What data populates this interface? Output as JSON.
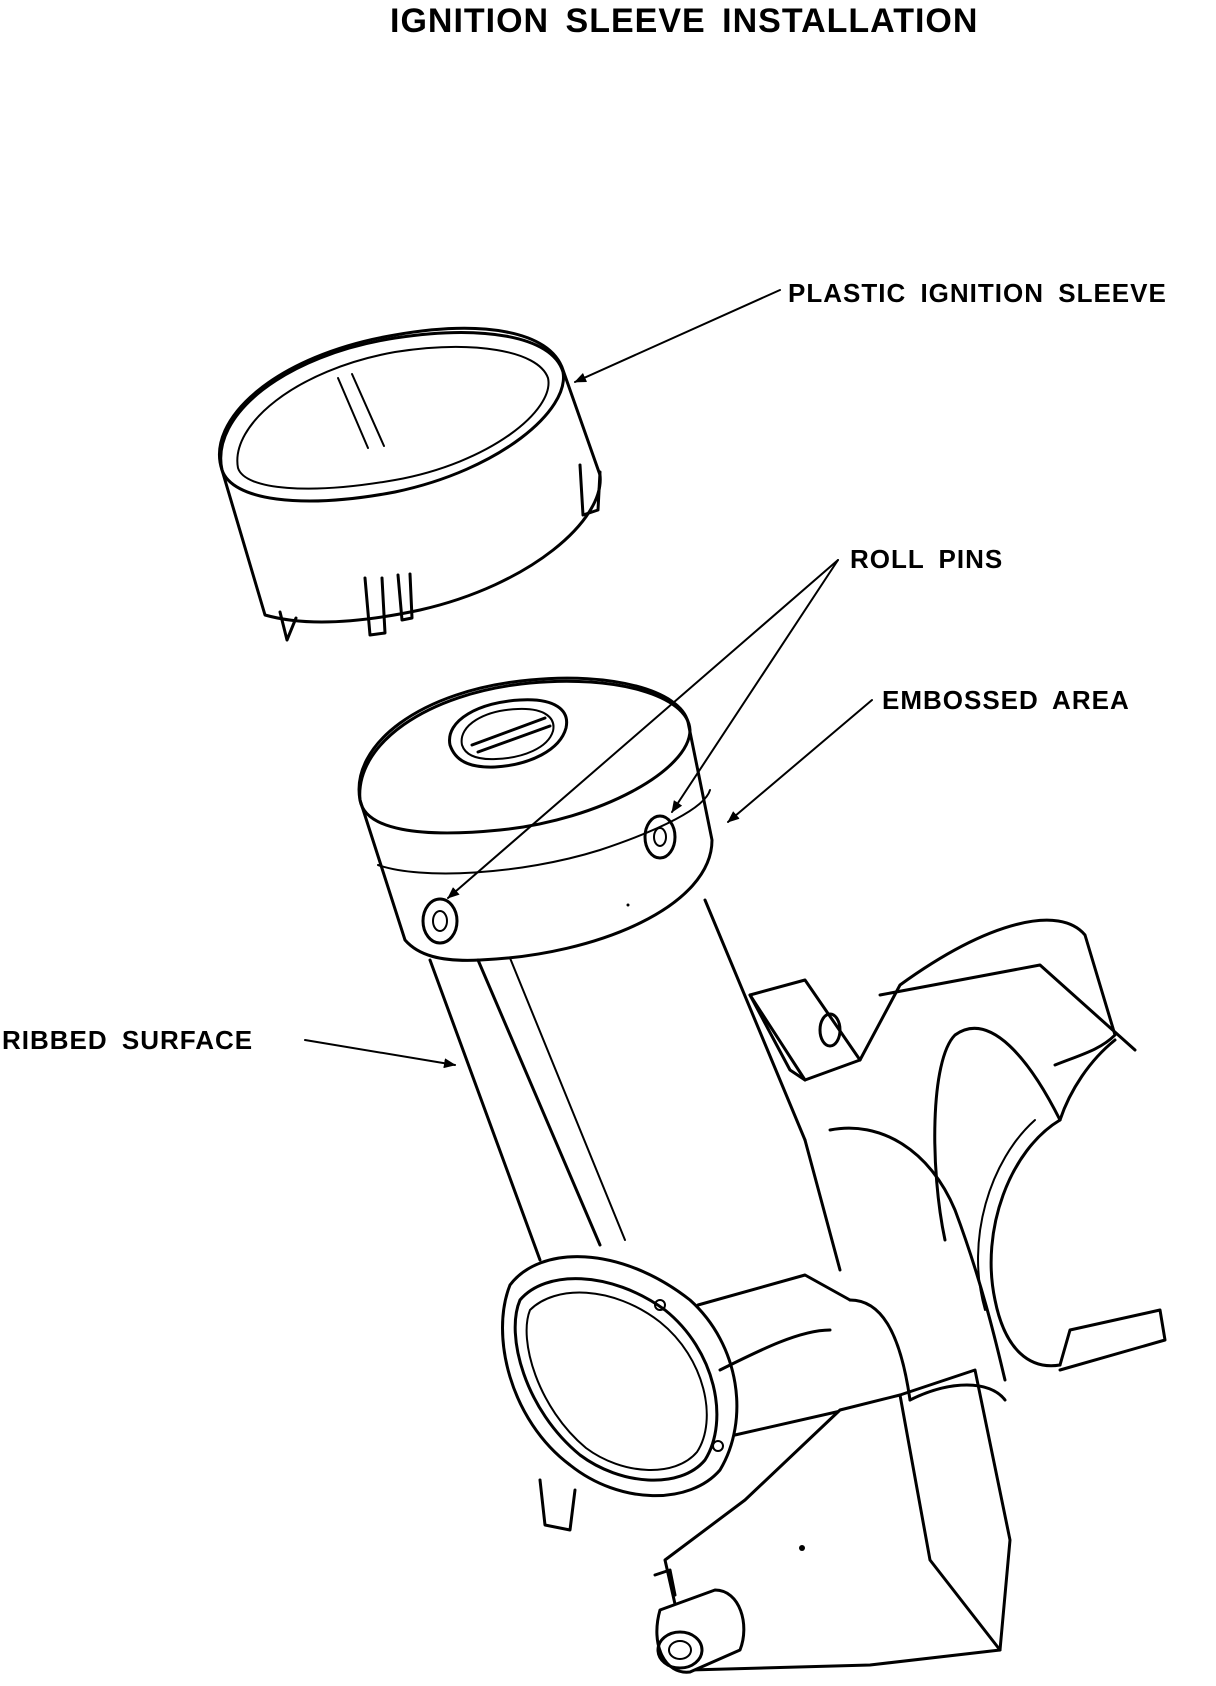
{
  "title": "IGNITION SLEEVE INSTALLATION",
  "labels": {
    "sleeve": "PLASTIC IGNITION SLEEVE",
    "roll_pins": "ROLL PINS",
    "embossed": "EMBOSSED AREA",
    "ribbed": "RIBBED SURFACE"
  },
  "colors": {
    "ink": "#000000",
    "paper": "#ffffff"
  }
}
